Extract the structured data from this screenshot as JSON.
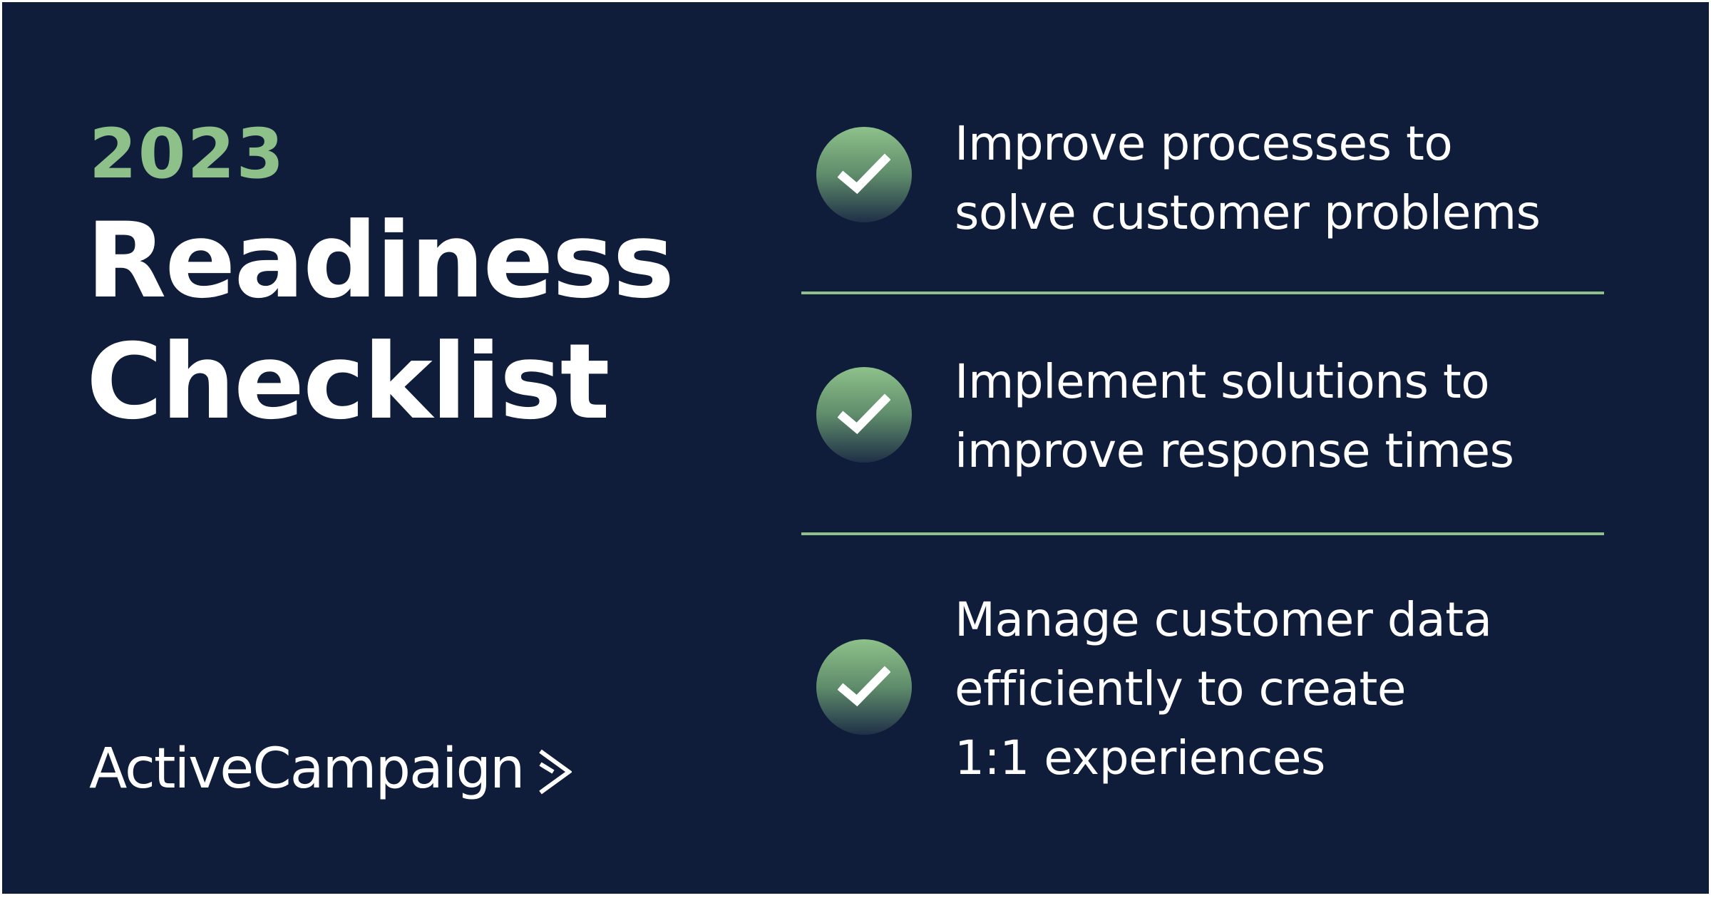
{
  "header": {
    "year": "2023",
    "title_lines": [
      "Readiness",
      "Checklist"
    ]
  },
  "brand": {
    "logo_text": "ActiveCampaign",
    "logo_icon": "chevron-right-icon"
  },
  "checklist": {
    "icon": "check-circle-icon",
    "items": [
      {
        "lines": [
          "Improve processes to",
          "solve customer problems"
        ]
      },
      {
        "lines": [
          "Implement solutions to",
          "improve response times"
        ]
      },
      {
        "lines": [
          "Manage customer data",
          "efficiently to create",
          "1:1 experiences"
        ]
      }
    ]
  },
  "colors": {
    "background": "#0f1d3a",
    "accent_green": "#8ec18a",
    "text": "#ffffff"
  }
}
